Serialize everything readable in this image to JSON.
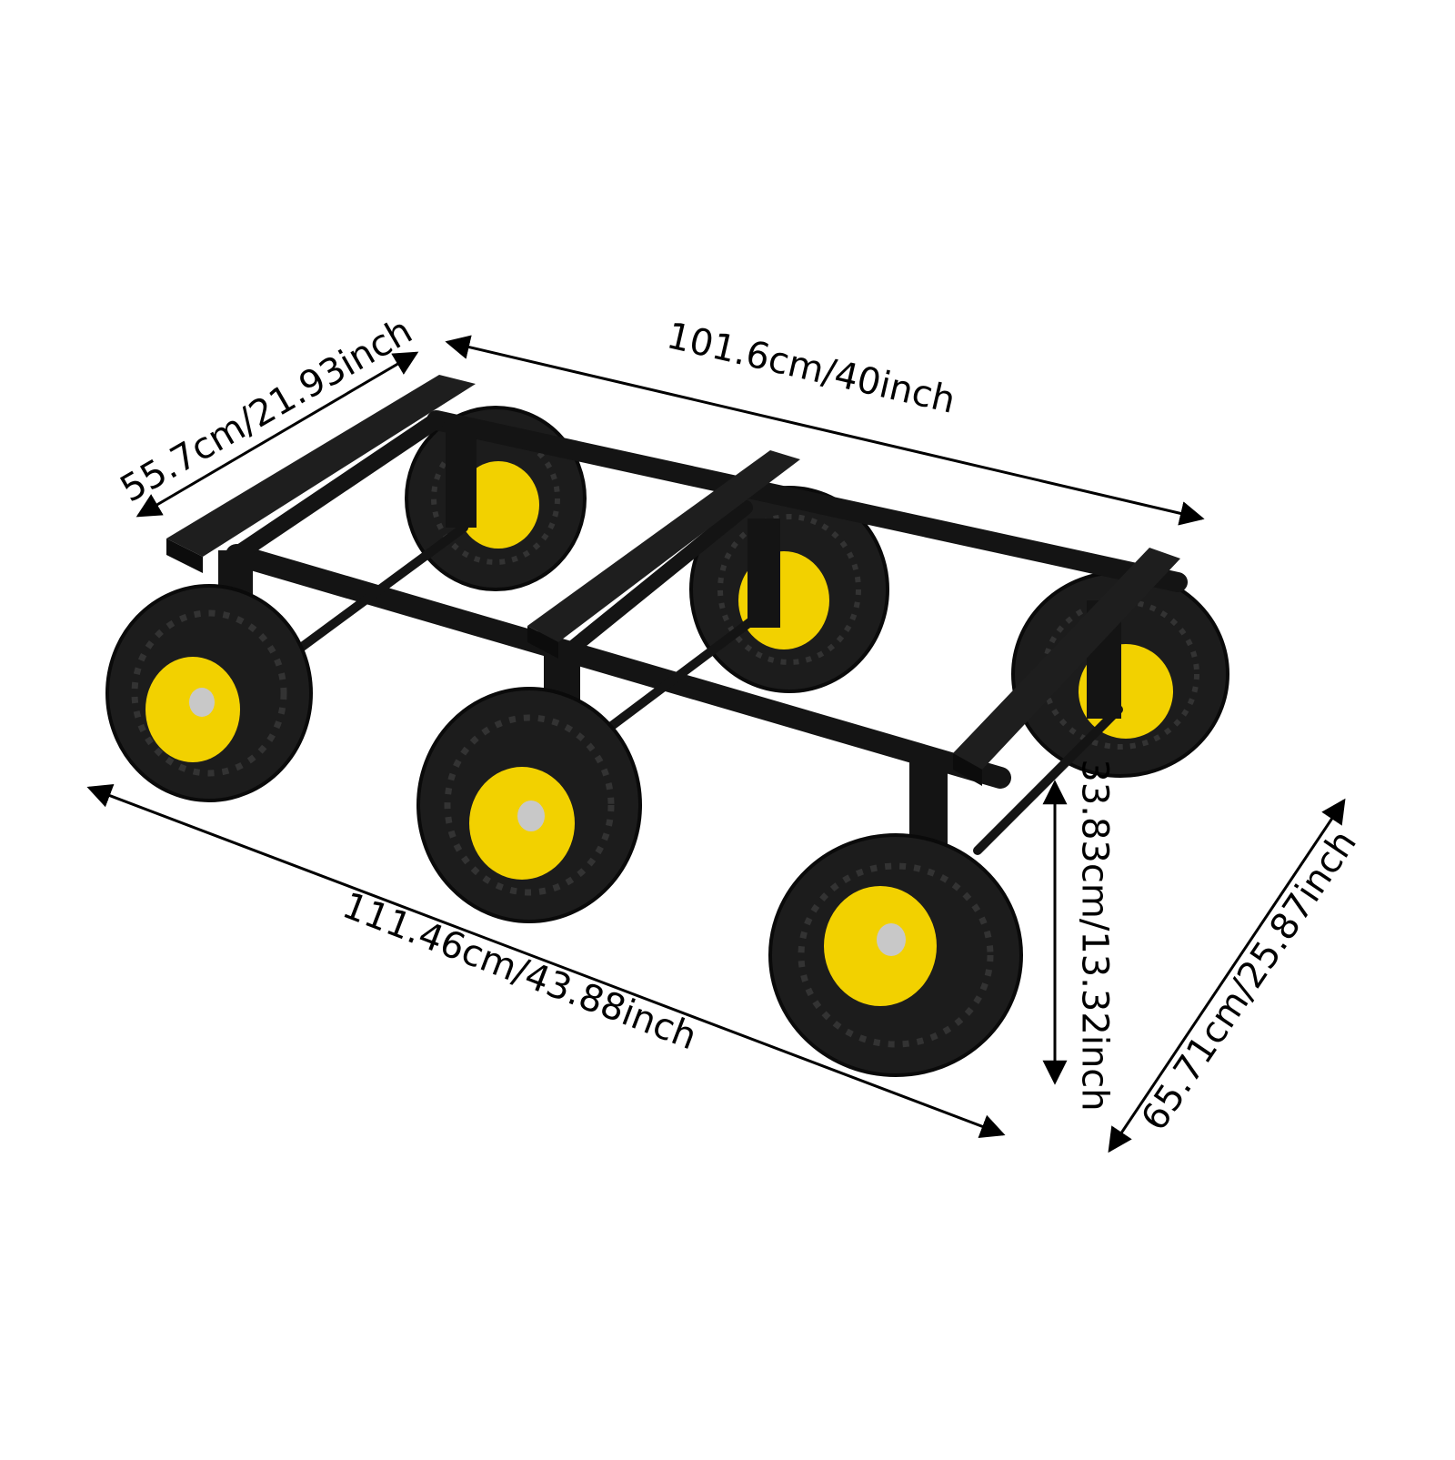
{
  "dimensions": {
    "width_short": "55.7cm/21.93inch",
    "length_top": "101.6cm/40inch",
    "length_overall": "111.46cm/43.88inch",
    "height": "33.83cm/13.32inch",
    "width_overall": "65.71cm/25.87inch"
  },
  "colors": {
    "frame": "#141414",
    "tire": "#1c1c1c",
    "rim": "#f2d100",
    "hub": "#c8c8c8",
    "text": "#000000"
  }
}
